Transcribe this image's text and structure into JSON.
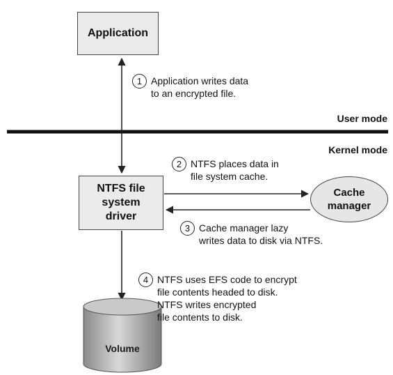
{
  "application": {
    "label": "Application"
  },
  "ntfs_driver": {
    "label": "NTFS file\nsystem\ndriver"
  },
  "cache_manager": {
    "label": "Cache\nmanager"
  },
  "volume": {
    "label": "Volume"
  },
  "modes": {
    "user": "User mode",
    "kernel": "Kernel mode"
  },
  "steps": [
    {
      "number": "1",
      "text": "Application writes data\nto an encrypted file."
    },
    {
      "number": "2",
      "text": "NTFS places data in\nfile system cache."
    },
    {
      "number": "3",
      "text": "Cache manager lazy\nwrites data to disk via NTFS."
    },
    {
      "number": "4",
      "text": "NTFS uses EFS code to encrypt\nfile contents headed to disk.\nNTFS writes encrypted\nfile contents to disk."
    }
  ],
  "colors": {
    "box_fill": "#ebebeb",
    "line": "#222222",
    "volume_fill": "#b0b0b0"
  }
}
